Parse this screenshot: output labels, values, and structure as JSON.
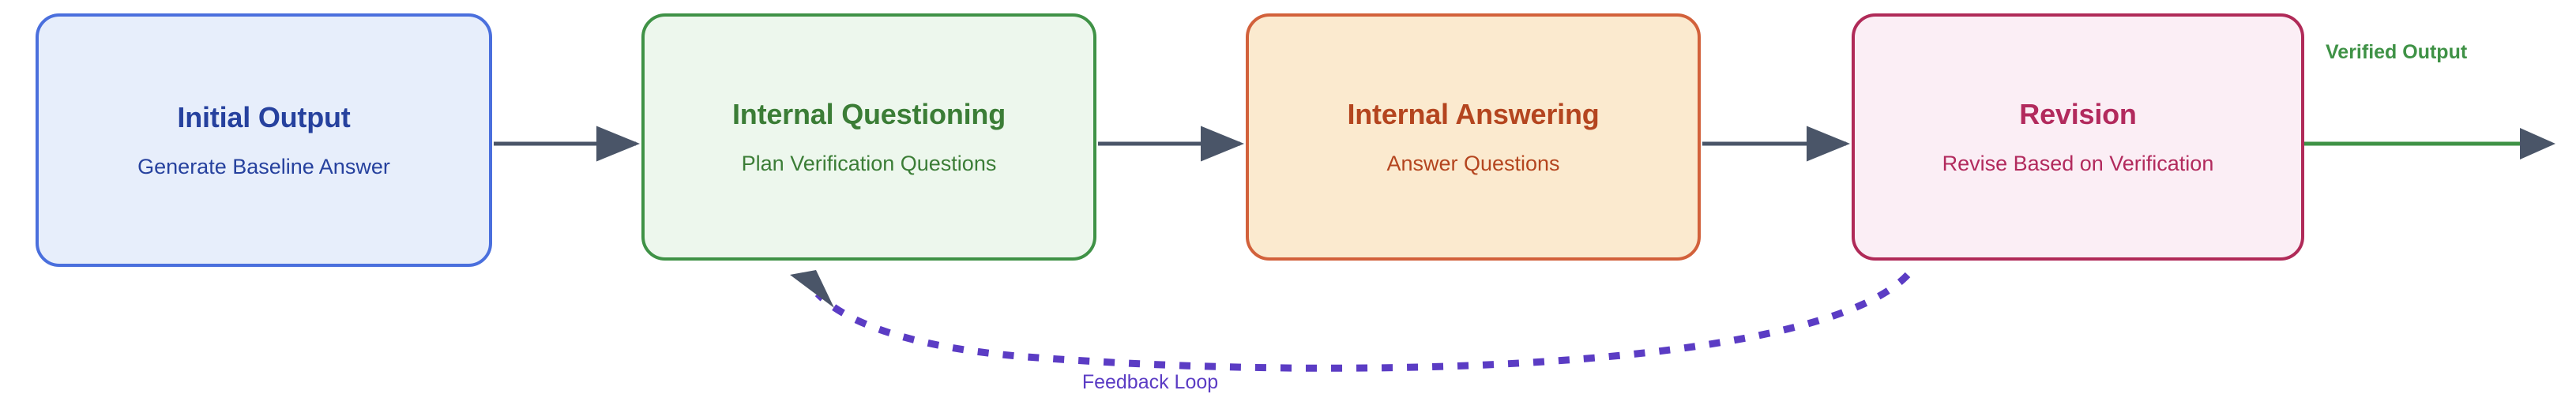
{
  "diagram": {
    "type": "flowchart",
    "orientation": "left-to-right",
    "background": "#ffffff",
    "nodes": [
      {
        "id": "initial-output",
        "title": "Initial Output",
        "subtitle": "Generate Baseline Answer",
        "fill": "#e7eefb",
        "stroke": "#4a6fdd",
        "text": "#26419e"
      },
      {
        "id": "internal-questioning",
        "title": "Internal Questioning",
        "subtitle": "Plan Verification Questions",
        "fill": "#edf7ed",
        "stroke": "#3f9246",
        "text": "#3b7d36"
      },
      {
        "id": "internal-answering",
        "title": "Internal Answering",
        "subtitle": "Answer Questions",
        "fill": "#fbeacf",
        "stroke": "#d2613b",
        "text": "#b4451f"
      },
      {
        "id": "revision",
        "title": "Revision",
        "subtitle": "Revise Based on Verification",
        "fill": "#fbeef5",
        "stroke": "#b02a58",
        "text": "#b22a5d"
      }
    ],
    "edges": [
      {
        "id": "initial-to-questioning",
        "from": "initial-output",
        "to": "internal-questioning",
        "style": "solid",
        "color": "#4a5568",
        "label": ""
      },
      {
        "id": "questioning-to-answering",
        "from": "internal-questioning",
        "to": "internal-answering",
        "style": "solid",
        "color": "#4a5568",
        "label": ""
      },
      {
        "id": "answering-to-revision",
        "from": "internal-answering",
        "to": "revision",
        "style": "solid",
        "color": "#4a5568",
        "label": ""
      },
      {
        "id": "revision-to-verified-output",
        "from": "revision",
        "to": "output",
        "style": "solid",
        "color": "#3f9246",
        "label": "Verified Output",
        "label_color": "#3f9246"
      },
      {
        "id": "feedback-loop",
        "from": "revision",
        "to": "internal-questioning",
        "style": "dashed",
        "color": "#5b3cc4",
        "label": "Feedback Loop",
        "label_color": "#5b3cc4"
      }
    ]
  }
}
